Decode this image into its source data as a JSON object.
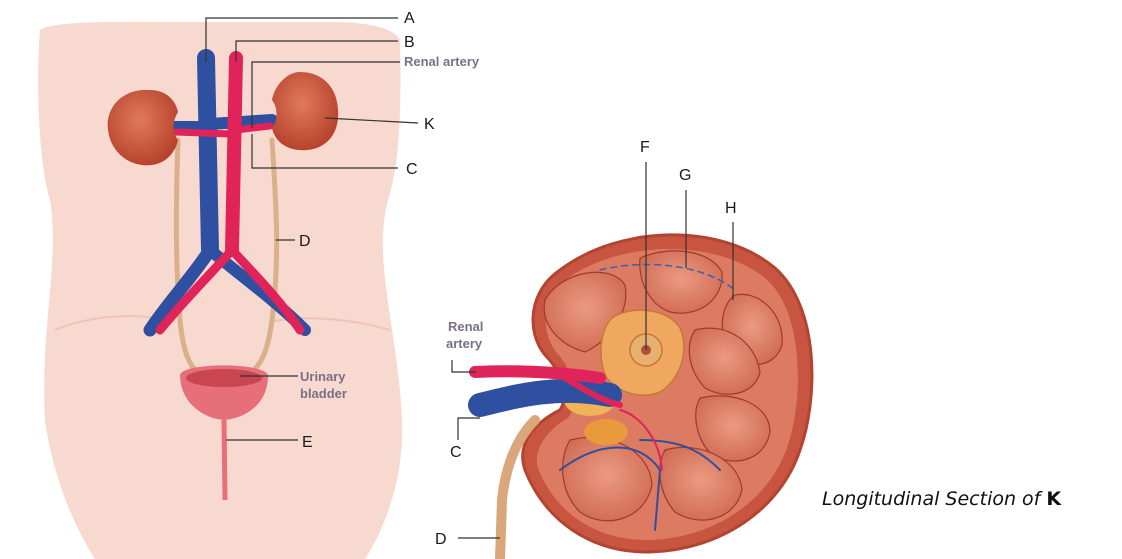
{
  "labels": {
    "a": "A",
    "b": "B",
    "renal_artery_top": "Renal artery",
    "k": "K",
    "c_top": "C",
    "d_top": "D",
    "urinary_bladder_line1": "Urinary",
    "urinary_bladder_line2": "bladder",
    "e": "E",
    "f": "F",
    "g": "G",
    "h": "H",
    "renal_artery_section_line1": "Renal",
    "renal_artery_section_line2": "artery",
    "c_section": "C",
    "d_section": "D"
  },
  "caption": {
    "text": "Longitudinal Section of",
    "bold": "K"
  },
  "colors": {
    "skin": "#f8d9cf",
    "kidney": "#c8553f",
    "vein": "#2f4fa0",
    "artery": "#e0245a",
    "ureter": "#d9b08a"
  }
}
